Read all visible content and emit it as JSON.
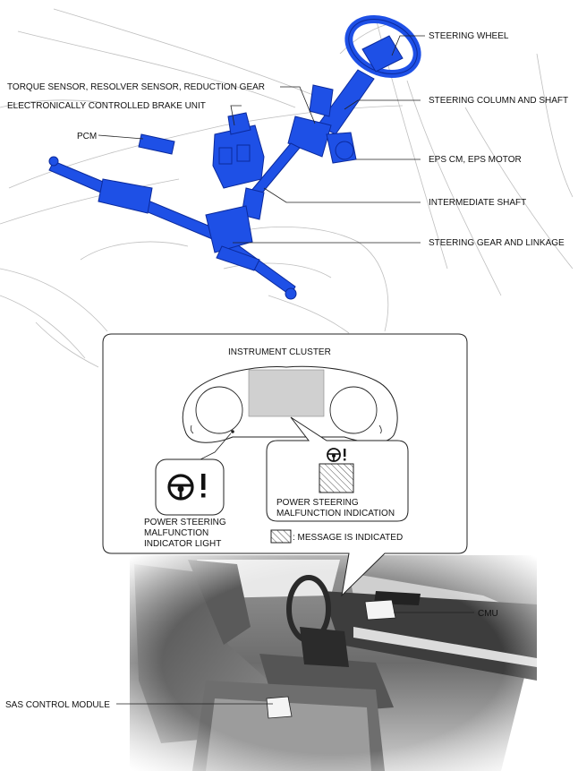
{
  "labels": {
    "steering_wheel": "STEERING WHEEL",
    "torque_sensor": "TORQUE SENSOR, RESOLVER SENSOR, REDUCTION GEAR",
    "brake_unit": "ELECTRONICALLY CONTROLLED BRAKE UNIT",
    "steering_column": "STEERING COLUMN AND SHAFT",
    "pcm": "PCM",
    "eps": "EPS CM, EPS MOTOR",
    "intermediate_shaft": "INTERMEDIATE SHAFT",
    "steering_gear": "STEERING GEAR AND LINKAGE",
    "instrument_cluster": "INSTRUMENT CLUSTER",
    "indicator_light_1": "POWER STEERING",
    "indicator_light_2": "MALFUNCTION",
    "indicator_light_3": "INDICATOR LIGHT",
    "indication_1": "POWER STEERING",
    "indication_2": "MALFUNCTION INDICATION",
    "message_legend": ": MESSAGE IS INDICATED",
    "cmu": "CMU",
    "sas": "SAS CONTROL MODULE"
  },
  "colors": {
    "component_blue": "#1e50e6",
    "display_gray": "#d0d0d0"
  },
  "icons": {
    "steering_warning": "steering-wheel-exclamation-icon",
    "hatched_box": "hatched-message-icon"
  }
}
